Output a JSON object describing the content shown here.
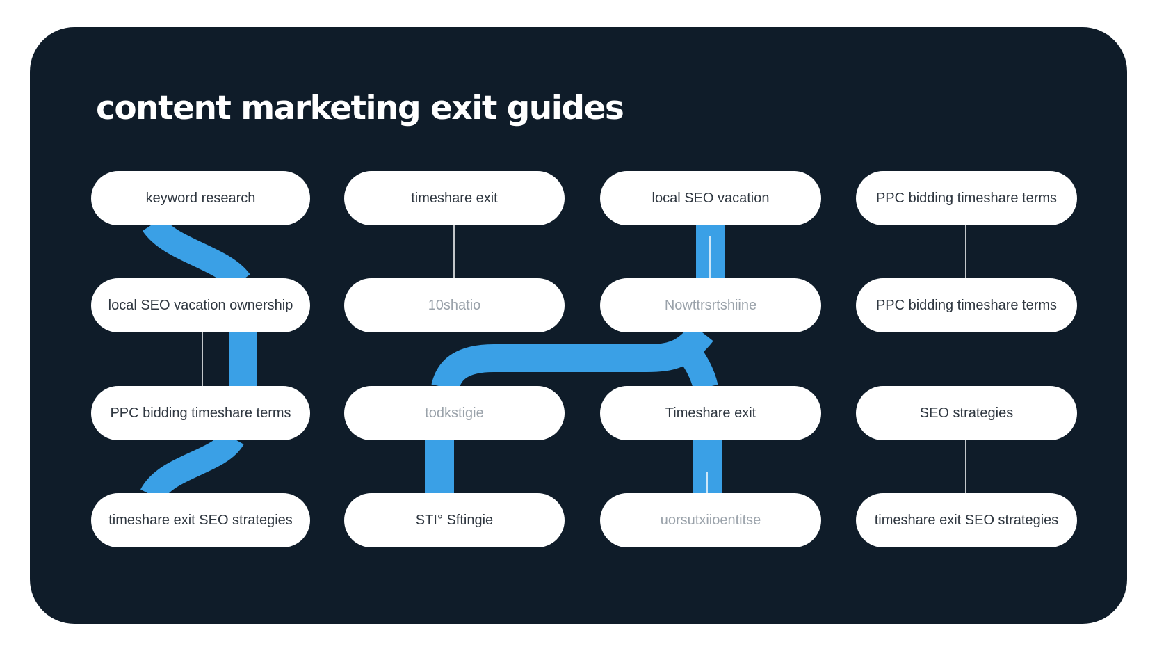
{
  "title": "content marketing exit guides",
  "colors": {
    "background": "#0f1c29",
    "connector": "#3aa0e6",
    "node": "#ffffff",
    "node_text": "#2f3740"
  },
  "nodes": {
    "c1": [
      "keyword research",
      "local SEO vacation ownership",
      "PPC bidding timeshare terms",
      "timeshare exit SEO strategies"
    ],
    "c2": [
      "timeshare exit",
      "10shatio",
      "todkstigie",
      "STI° Sftingie"
    ],
    "c3": [
      "local SEO vacation",
      "Nowttrsrtshiine",
      "Timeshare exit",
      "uorsutxiioentitse"
    ],
    "c4": [
      "PPC bidding timeshare terms",
      "PPC bidding timeshare terms",
      "SEO strategies",
      "timeshare exit SEO strategies"
    ]
  }
}
